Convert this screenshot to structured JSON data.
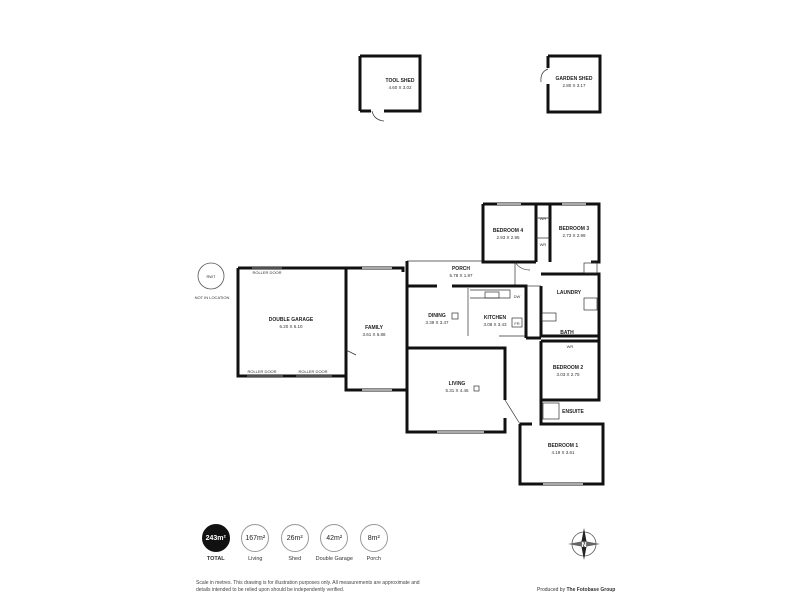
{
  "rooms": {
    "tool_shed": {
      "name": "TOOL SHED",
      "dims": "4.60 X 3.02"
    },
    "garden_shed": {
      "name": "GARDEN SHED",
      "dims": "2.80 X 3.17"
    },
    "bedroom4": {
      "name": "BEDROOM 4",
      "dims": "2.93 X 2.95"
    },
    "bedroom3": {
      "name": "BEDROOM 3",
      "dims": "2.73 X 2.99"
    },
    "porch": {
      "name": "PORCH",
      "dims": "5.78 X 1.97"
    },
    "laundry": {
      "name": "LAUNDRY"
    },
    "double_garage": {
      "name": "DOUBLE GARAGE",
      "dims": "6.20 X 6.10"
    },
    "family": {
      "name": "FAMILY",
      "dims": "3.61 X 6.88"
    },
    "dining": {
      "name": "DINING",
      "dims": "3.39 X 3.47"
    },
    "kitchen": {
      "name": "KITCHEN",
      "dims": "3.08 X 3.43"
    },
    "bath": {
      "name": "BATH"
    },
    "bedroom2": {
      "name": "BEDROOM 2",
      "dims": "3.03 X 2.75"
    },
    "living": {
      "name": "LIVING",
      "dims": "5.31 X 4.46"
    },
    "ensuite": {
      "name": "ENSUITE"
    },
    "bedroom1": {
      "name": "BEDROOM 1",
      "dims": "4.19 X 3.61"
    }
  },
  "labels": {
    "rwt": "RWT",
    "not_in_location": "NOT IN LOCATION",
    "roller_door_top": "ROLLER DOOR",
    "roller_door_bottom_left": "ROLLER DOOR",
    "roller_door_bottom_right": "ROLLER DOOR",
    "wir": "WR",
    "wir2": "WR",
    "wir3": "WR",
    "kitchen_dw": "DW",
    "kitchen_fr": "FR"
  },
  "stats": [
    {
      "value": "243m²",
      "label": "TOTAL",
      "highlight": true
    },
    {
      "value": "167m²",
      "label": "Living",
      "highlight": false
    },
    {
      "value": "26m²",
      "label": "Shed",
      "highlight": false
    },
    {
      "value": "42m²",
      "label": "Double Garage",
      "highlight": false
    },
    {
      "value": "8m²",
      "label": "Porch",
      "highlight": false
    }
  ],
  "footer": {
    "disclaimer": "Scale in metres. This drawing is for illustration purposes only. All measurements are approximate and details intended to be relied upon should be independently verified.",
    "credit_prefix": "Produced by",
    "credit_name": "The Fotobase Group"
  },
  "compass": {
    "north_letter": "N"
  }
}
